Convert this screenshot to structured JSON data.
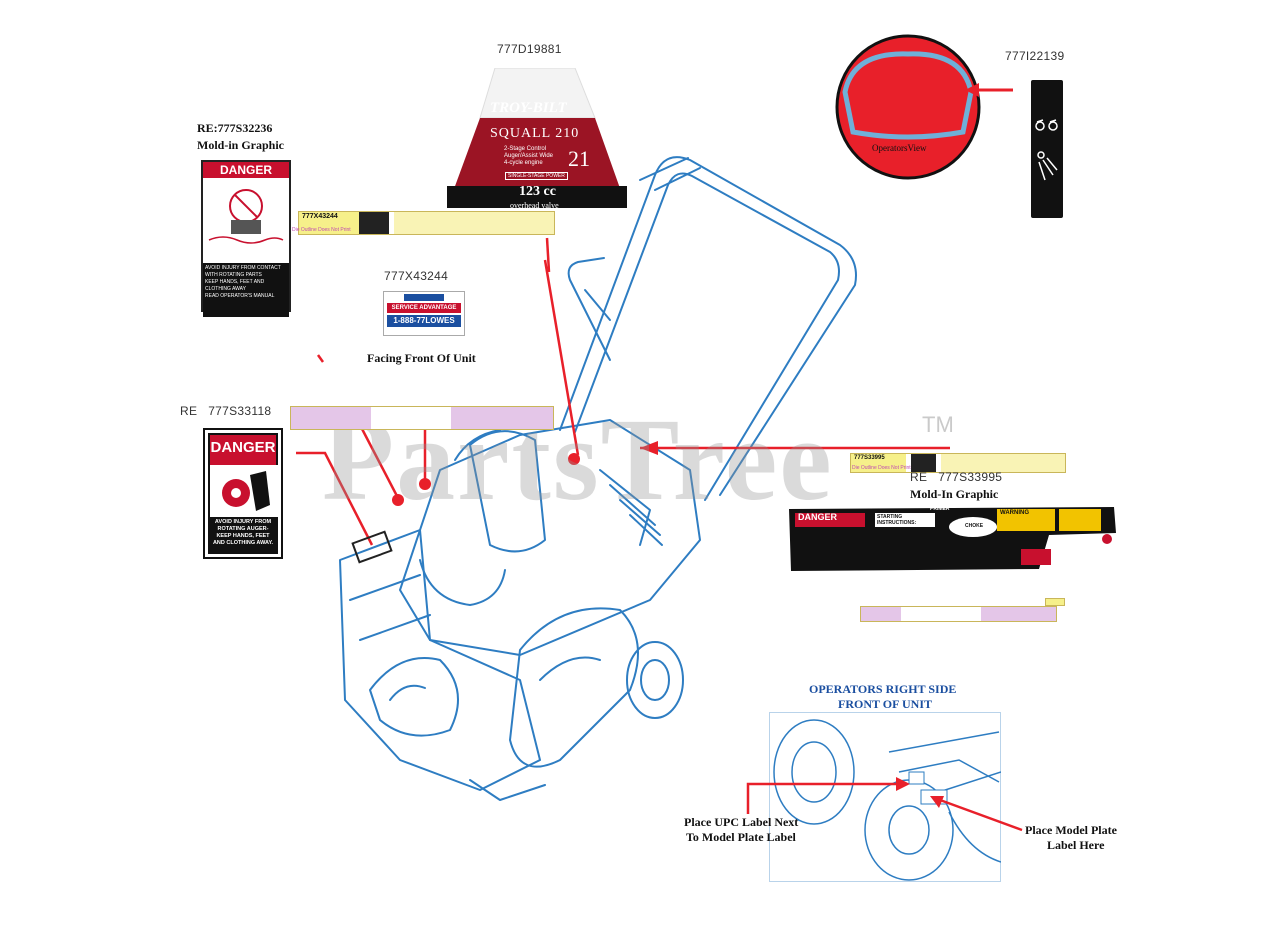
{
  "watermark": {
    "text": "PartsTree",
    "tm": "TM"
  },
  "parts": {
    "p1": "777D19881",
    "p2": "777I22139",
    "p3": {
      "re": "RE:",
      "num": "777S32236",
      "note": "Mold-in Graphic"
    },
    "p4": "777X43244",
    "p4_caption": "Facing Front Of Unit",
    "p5": {
      "re": "RE",
      "num": "777S33118"
    },
    "p6": {
      "re": "RE",
      "num": "777S33995",
      "note": "Mold-In Graphic"
    }
  },
  "hood_decal": {
    "brand": "TROY-BILT",
    "model": "SQUALL 210",
    "features": "2-Stage Control\nAuger/Assist Wide\n4-cycle engine",
    "width": "21",
    "stage": "SINGLE-STAGE POWER",
    "displacement": "123 cc",
    "valve": "overhead valve"
  },
  "operators_view": {
    "text": "OperatorsView"
  },
  "service_label": {
    "title": "SERVICE ADVANTAGE",
    "phone": "1-888-77LOWES"
  },
  "danger_decal_small": {
    "title": "DANGER",
    "lines": [
      "AVOID INJURY FROM CONTACT WITH ROTATING PARTS",
      "KEEP HANDS, FEET AND CLOTHING AWAY",
      "READ OPERATOR'S MANUAL"
    ]
  },
  "danger_decal_big": {
    "title": "DANGER",
    "body": "AVOID INJURY FROM\nROTATING AUGER-\nKEEP HANDS, FEET\nAND CLOTHING AWAY."
  },
  "control_panel_decal": {
    "danger": "DANGER",
    "starting": "STARTING INSTRUCTIONS:",
    "primer": "PRIMER",
    "choke": "CHOKE",
    "warning": "WARNING"
  },
  "detail": {
    "title_line1": "OPERATORS RIGHT SIDE",
    "title_line2": "FRONT OF UNIT",
    "left_line1": "Place UPC Label Next",
    "left_line2": "To Model Plate Label",
    "right_line1": "Place Model Plate",
    "right_line2": "Label Here"
  },
  "strips": {
    "s1_code": "777X43244",
    "s2_code": "777S33995",
    "s_die": "Die Outline Does Not Print"
  },
  "colors": {
    "callout_red": "#e8202a",
    "outline_blue": "#2e7dc2",
    "decal_red": "#c8102e",
    "decal_dark": "#222222"
  }
}
